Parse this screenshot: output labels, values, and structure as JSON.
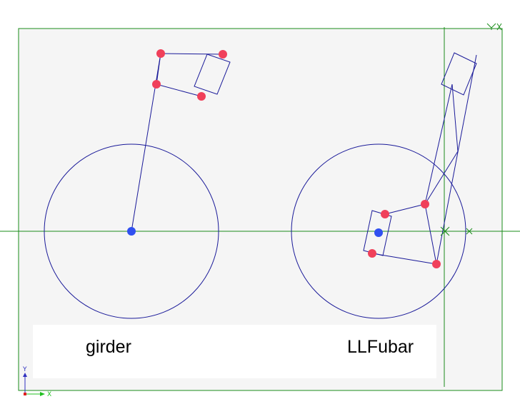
{
  "labels": {
    "left_mechanism": "girder",
    "right_mechanism": "LLFubar"
  },
  "axis_triad": {
    "y_label": "Y",
    "x_label": "X"
  },
  "corner_marker": "Y",
  "colors": {
    "sheet_fill": "#f5f5f5",
    "sheet_border": "#1a8c1a",
    "construction_line": "#1a8c1a",
    "geometry": "#1a1a99",
    "point": "#f0405a",
    "origin_point": "#3050f0",
    "label_box": "#ffffff",
    "triad_y": "#3030c0",
    "triad_x": "#20c020",
    "triad_origin": "#e02020"
  },
  "icons": [
    "corner-marker-icon",
    "axis-triad-icon",
    "origin-marker-icon"
  ]
}
